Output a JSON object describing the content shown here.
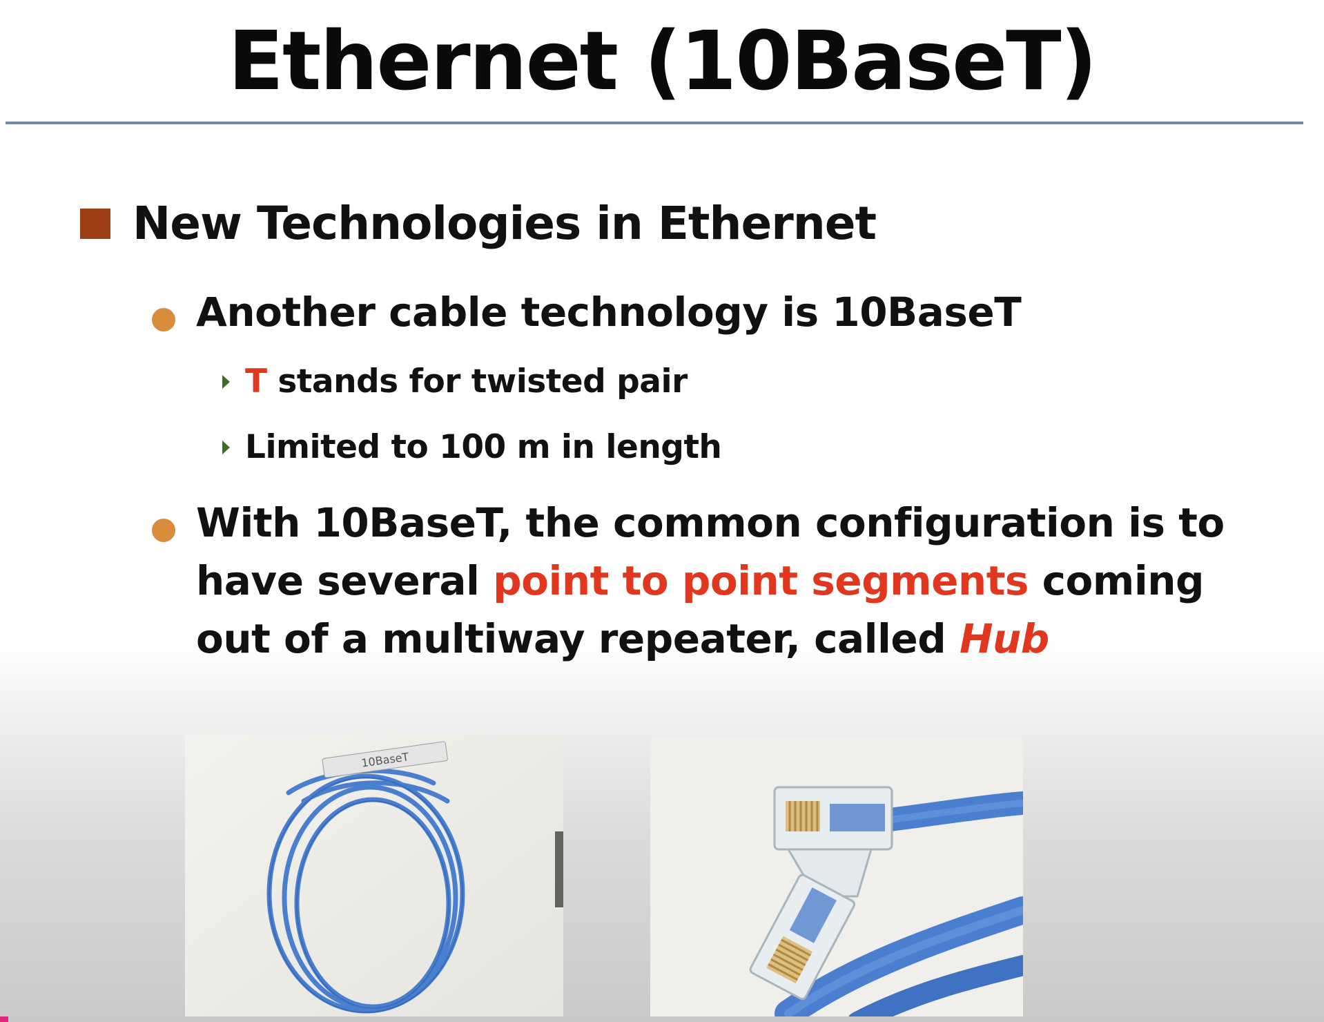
{
  "slide": {
    "title": "Ethernet (10BaseT)",
    "heading": "New Technologies in Ethernet",
    "bullets": [
      {
        "text": "Another cable technology is 10BaseT",
        "sub": [
          {
            "highlight": "T",
            "rest": " stands for twisted pair"
          },
          {
            "text": "Limited to 100 m in length"
          }
        ]
      },
      {
        "prefix": "With 10BaseT, the common configuration is to have several ",
        "highlight": "point to point segments",
        "middle": " coming out of a multiway repeater, called ",
        "emphasis": "Hub"
      }
    ],
    "images": [
      {
        "name": "coiled-ethernet-cable-photo",
        "label": "10BaseT"
      },
      {
        "name": "rj45-connectors-photo"
      }
    ]
  },
  "colors": {
    "title_rule": "#7487a6",
    "level1_marker": "#9c3f16",
    "level2_marker": "#d98c3a",
    "level3_marker": "#3f6b2a",
    "highlight_red": "#e0371e",
    "cable_blue": "#4a7fd0"
  }
}
